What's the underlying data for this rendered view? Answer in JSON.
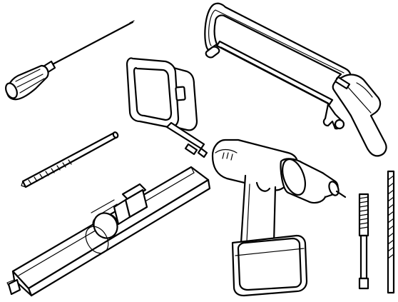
{
  "scene": {
    "type": "line-drawing",
    "items": [
      {
        "id": "screwdriver",
        "kind": "icon",
        "name": "screwdriver-icon"
      },
      {
        "id": "tape-measure",
        "kind": "icon",
        "name": "tape-measure-icon"
      },
      {
        "id": "hacksaw",
        "kind": "icon",
        "name": "hacksaw-icon"
      },
      {
        "id": "drill-bit",
        "kind": "icon",
        "name": "drill-bit-icon"
      },
      {
        "id": "spirit-level",
        "kind": "icon",
        "name": "spirit-level-icon"
      },
      {
        "id": "cordless-drill",
        "kind": "icon",
        "name": "cordless-drill-icon"
      },
      {
        "id": "tap",
        "kind": "icon",
        "name": "tap-icon"
      },
      {
        "id": "long-bit",
        "kind": "icon",
        "name": "long-drill-bit-icon"
      }
    ]
  },
  "colors": {
    "background": "#ffffff",
    "ink": "#000000"
  }
}
